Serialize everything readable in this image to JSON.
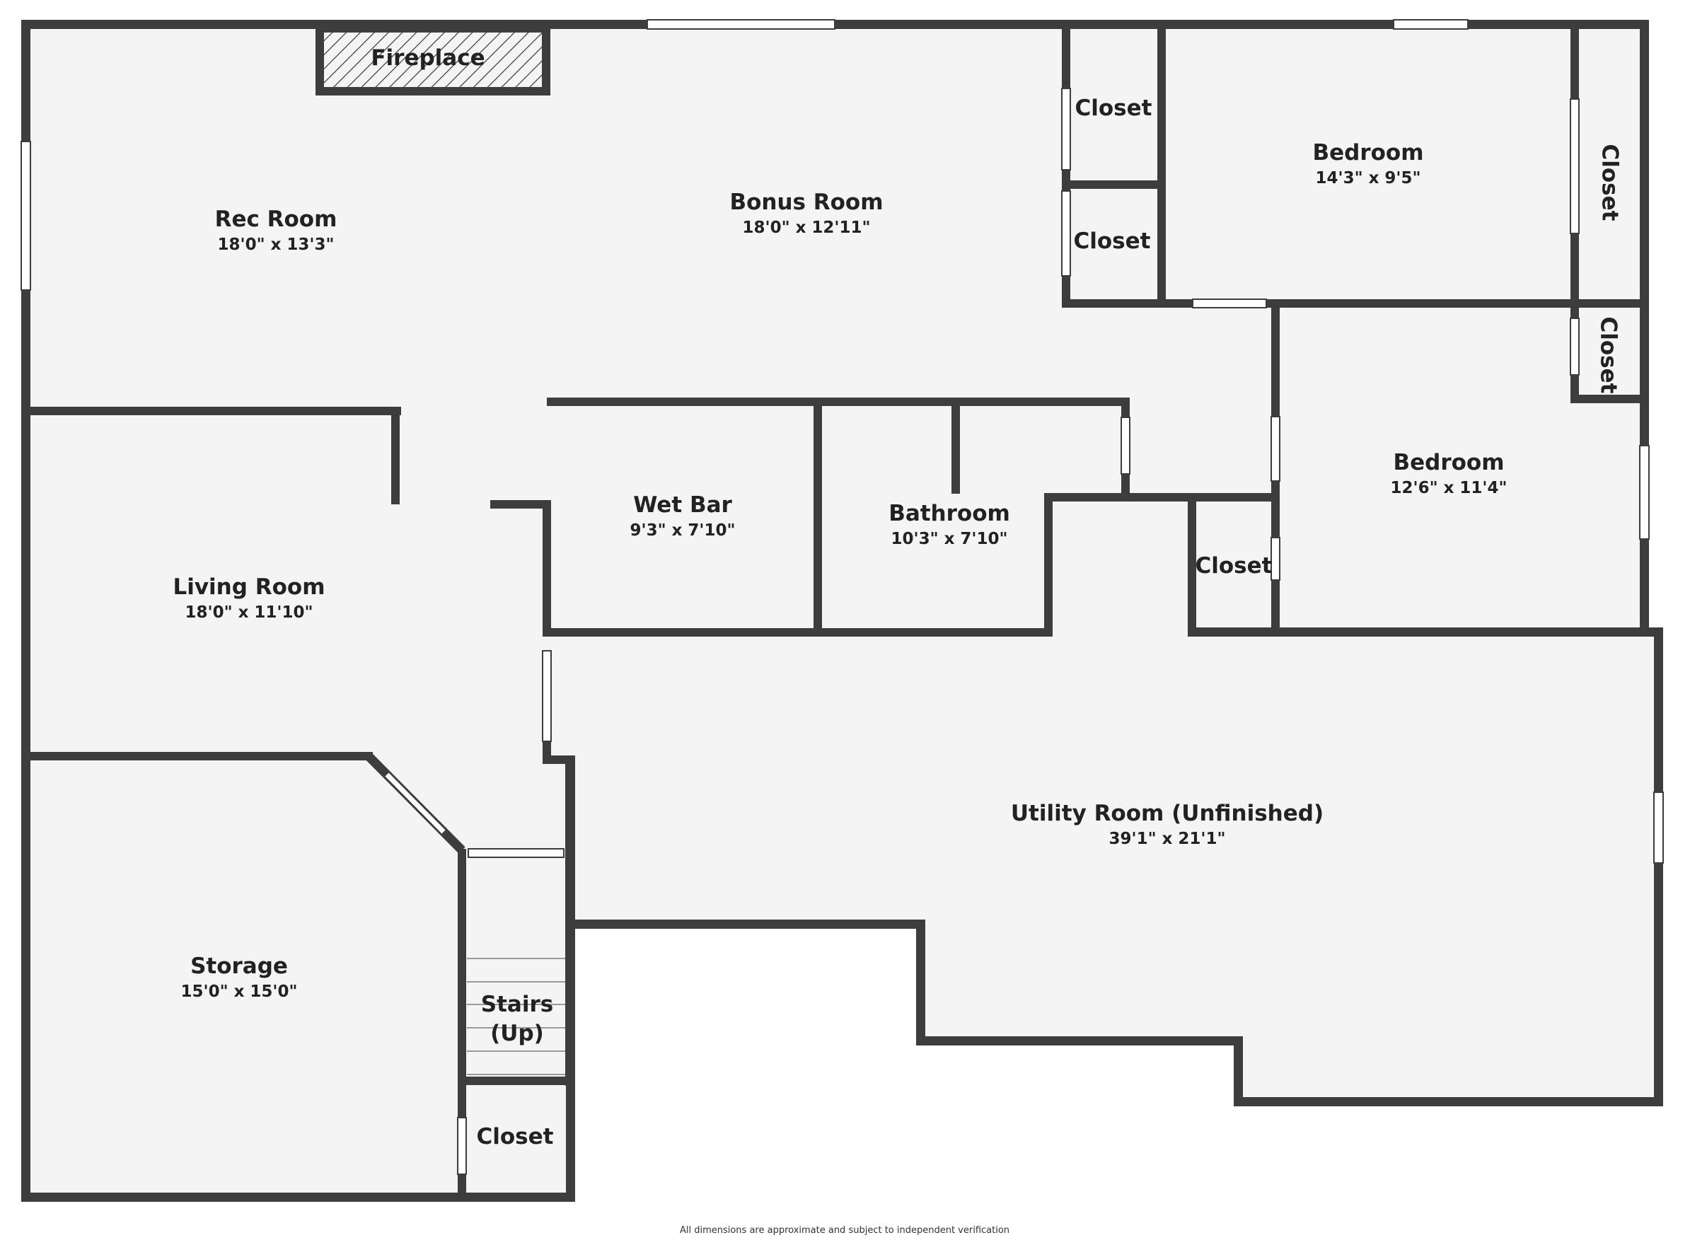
{
  "fireplace": {
    "label": "Fireplace"
  },
  "rooms": {
    "rec_room": {
      "name": "Rec Room",
      "dims": "18'0\" x 13'3\""
    },
    "bonus_room": {
      "name": "Bonus Room",
      "dims": "18'0\" x 12'11\""
    },
    "living_room": {
      "name": "Living Room",
      "dims": "18'0\" x 11'10\""
    },
    "wet_bar": {
      "name": "Wet Bar",
      "dims": "9'3\" x 7'10\""
    },
    "bathroom": {
      "name": "Bathroom",
      "dims": "10'3\" x 7'10\""
    },
    "bedroom_1": {
      "name": "Bedroom",
      "dims": "14'3\" x 9'5\""
    },
    "bedroom_2": {
      "name": "Bedroom",
      "dims": "12'6\" x 11'4\""
    },
    "utility_room": {
      "name": "Utility Room (Unfinished)",
      "dims": "39'1\" x 21'1\""
    },
    "storage": {
      "name": "Storage",
      "dims": "15'0\" x 15'0\""
    },
    "stairs": {
      "line1": "Stairs",
      "line2": "(Up)"
    },
    "closet_top_1": {
      "name": "Closet"
    },
    "closet_top_2": {
      "name": "Closet"
    },
    "closet_bed1": {
      "name": "Closet"
    },
    "closet_bed2": {
      "name": "Closet"
    },
    "closet_mid": {
      "name": "Closet"
    },
    "closet_stairs": {
      "name": "Closet"
    }
  },
  "footnote": "All dimensions are approximate and subject to independent verification"
}
